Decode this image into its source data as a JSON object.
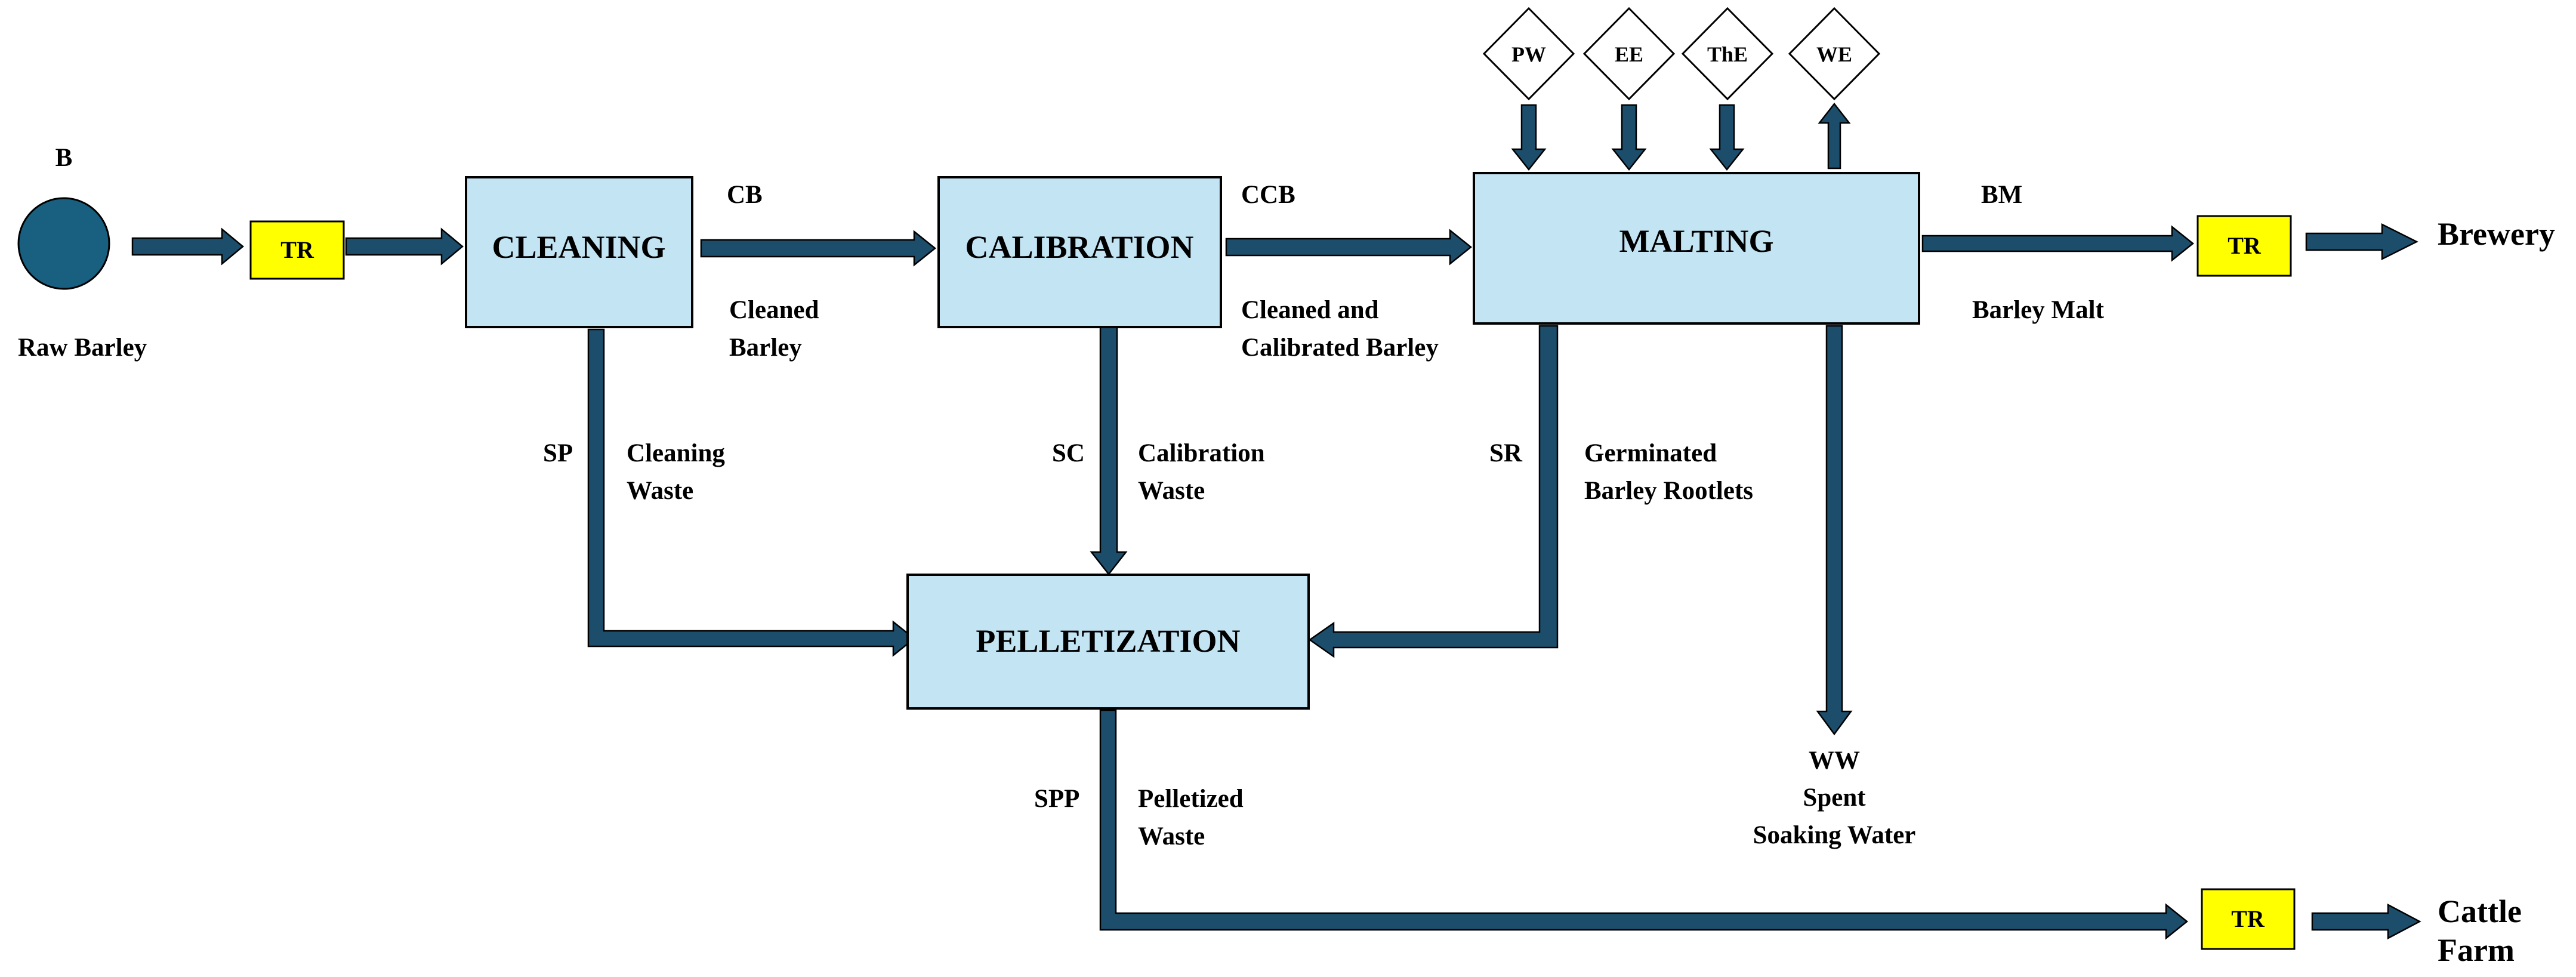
{
  "source": {
    "code": "B",
    "label": "Raw Barley",
    "color": "#185f80"
  },
  "processes": {
    "cleaning": "CLEANING",
    "calibration": "CALIBRATION",
    "malting": "MALTING",
    "pelletization": "PELLETIZATION"
  },
  "transport": {
    "label": "TR",
    "color": "#ffff00"
  },
  "energy_inputs": [
    "PW",
    "EE",
    "ThE"
  ],
  "energy_output": "WE",
  "streams": {
    "cb": {
      "code": "CB",
      "line1": "Cleaned",
      "line2": "Barley"
    },
    "ccb": {
      "code": "CCB",
      "line1": "Cleaned and",
      "line2": "Calibrated Barley"
    },
    "bm": {
      "code": "BM",
      "line1": "Barley Malt"
    },
    "sp": {
      "code": "SP",
      "line1": "Cleaning",
      "line2": "Waste"
    },
    "sc": {
      "code": "SC",
      "line1": "Calibration",
      "line2": "Waste"
    },
    "sr": {
      "code": "SR",
      "line1": "Germinated",
      "line2": "Barley Rootlets"
    },
    "ww": {
      "code": "WW",
      "line1": "Spent",
      "line2": "Soaking Water"
    },
    "spp": {
      "code": "SPP",
      "line1": "Pelletized",
      "line2": "Waste"
    }
  },
  "destinations": {
    "brewery": "Brewery",
    "cattle_line1": "Cattle",
    "cattle_line2": "Farm"
  },
  "colors": {
    "process_fill": "#c3e4f3",
    "arrow": "#1c4e6b"
  }
}
